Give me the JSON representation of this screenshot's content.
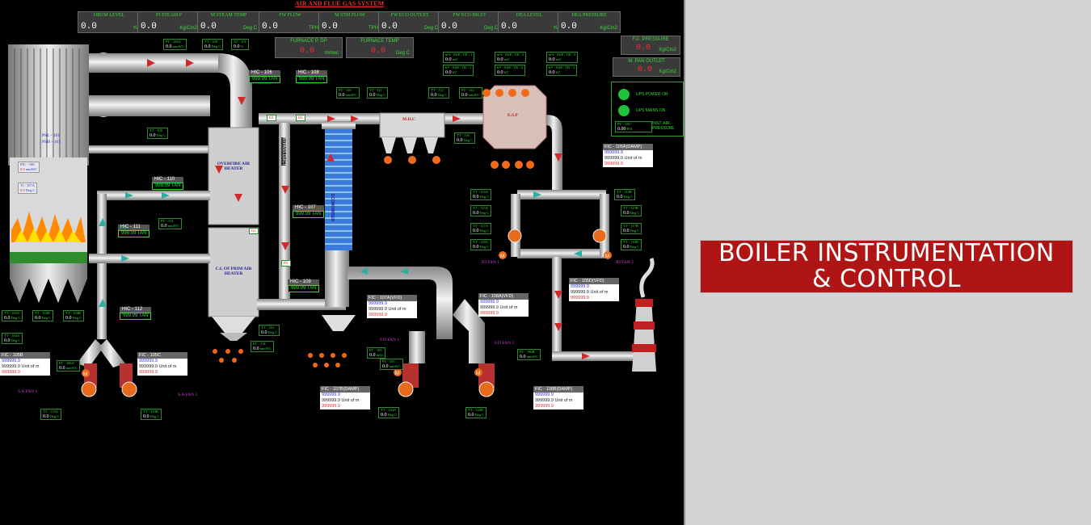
{
  "banner": {
    "line1": "BOILER INSTRUMENTATION",
    "line2": "& CONTROL"
  },
  "scada": {
    "title": "AIR AND FLUE GAS SYSTEM",
    "header_boxes": [
      {
        "label": "DRUM LEVEL",
        "value": "0.0",
        "unit": "%"
      },
      {
        "label": "PI STEAM P",
        "value": "0.0",
        "unit": "Kg/Cm2"
      },
      {
        "label": "M STEAM TEMP",
        "value": "0.0",
        "unit": "Deg C"
      },
      {
        "label": "FW FLOW",
        "value": "0.0",
        "unit": "TPH"
      },
      {
        "label": "M STM FLOW",
        "value": "0.0",
        "unit": "TPH"
      },
      {
        "label": "FW ECO OUTLET",
        "value": "0.0",
        "unit": "Deg C"
      },
      {
        "label": "FW ECO INLET",
        "value": "0.0",
        "unit": "Deg C"
      },
      {
        "label": "DEA LEVEL",
        "value": "0.0",
        "unit": "%"
      },
      {
        "label": "DEA PRESSURE",
        "value": "0.0",
        "unit": "Kg/Cm2"
      }
    ],
    "furnace_boxes": [
      {
        "label": "FURNACE P. DP",
        "value": "0.0",
        "unit": "mmwc"
      },
      {
        "label": "FURNACE TEMP",
        "value": "0.0",
        "unit": "Deg C"
      }
    ],
    "right_boxes": [
      {
        "label": "F.D. PRESSURE",
        "value": "0.0",
        "unit": "Kg/Cm2"
      },
      {
        "label": "M. PAN OUTLET",
        "value": "0.0",
        "unit": "Kg/Cm2"
      }
    ],
    "ups": {
      "power_label": "UPS POWER ON",
      "mains_label": "UPS MAINS ON",
      "pt_tag": "PT - 150",
      "pt_value": "0.00",
      "pt_unit": "PSI",
      "inst_air_label": "INST. AIR PRESSURE"
    },
    "hic_controls": [
      {
        "tag": "HIC - 106",
        "value": "999.99",
        "unit": "TAN"
      },
      {
        "tag": "HIC - 108",
        "value": "999.99",
        "unit": "TAN"
      },
      {
        "tag": "HIC - 110",
        "value": "999.99",
        "unit": "TAN"
      },
      {
        "tag": "HIC - 111",
        "value": "999.99",
        "unit": "TAN"
      },
      {
        "tag": "HIC - 107",
        "value": "999.99",
        "unit": "TAN"
      },
      {
        "tag": "HIC - 112",
        "value": "999.99",
        "unit": "TAN"
      },
      {
        "tag": "HIC - 109",
        "value": "999.99",
        "unit": "TAN"
      }
    ],
    "fic_controls": [
      {
        "tag": "FIC - 105A(DAMP)",
        "r1": "999999.9",
        "r2": "999999.9",
        "r2_unit": "Unit of m",
        "r3": "999999.9"
      },
      {
        "tag": "FIC - 105B",
        "r1": "999999.9",
        "r2": "999999.9",
        "r2_unit": "Unit of m",
        "r3": "999999.9"
      },
      {
        "tag": "FIC - 105C",
        "r1": "999999.9",
        "r2": "999999.9",
        "r2_unit": "Unit of m",
        "r3": "999999.9"
      },
      {
        "tag": "FIC - 107A(VFD)",
        "r1": "999999.9",
        "r2": "999999.9",
        "r2_unit": "Unit of m",
        "r3": "999999.9"
      },
      {
        "tag": "FIC - 108A(VFD)",
        "r1": "999999.9",
        "r2": "999999.9",
        "r2_unit": "Unit of m",
        "r3": "999999.9"
      },
      {
        "tag": "FIC - 107B(DAMP)",
        "r1": "999999.9",
        "r2": "999999.9",
        "r2_unit": "Unit of m",
        "r3": "999999.9"
      },
      {
        "tag": "FIC - 108B(DAMP)",
        "r1": "999999.9",
        "r2": "999999.9",
        "r2_unit": "Unit of m",
        "r3": "999999.9"
      },
      {
        "tag": "FIC - 105D(VFD)",
        "r1": "999999.9",
        "r2": "999999.9",
        "r2_unit": "Unit of m",
        "r3": "999999.9"
      }
    ],
    "equipment_labels": {
      "overfire": "OVERFIRE AIR HEATER",
      "prim_air": "C.I. OF PRIM AIR HEATER",
      "economiser": "ECONOMISER",
      "mdc": "M.D.C",
      "esp": "E.S.P",
      "psl": "PSL - 101",
      "psh": "PSH - 101",
      "pic": "PIC - 100",
      "ti_107a": "TI - 107A",
      "bypass": "BYPASS DUCT",
      "d1": "D1",
      "d2": "D2",
      "d3": "D3",
      "d4": "D4"
    },
    "fan_labels": {
      "sa1": "S.A FAN 1",
      "sa2": "S.A FAN 2",
      "fd1": "F.D FAN 1",
      "fd2": "F.D FAN 2",
      "id1": "ID FAN 1",
      "id2": "ID FAN 2"
    },
    "mini_indicators": [
      {
        "tag": "PT - 104A",
        "value": "0.0",
        "unit": "mmWC"
      },
      {
        "tag": "TT - 108",
        "value": "0.0",
        "unit": "Deg C"
      },
      {
        "tag": "AT - 101",
        "value": "0.0",
        "unit": "%"
      },
      {
        "tag": "PT - 110",
        "value": "0.0",
        "unit": "mmWC"
      },
      {
        "tag": "TT - 111",
        "value": "0.0",
        "unit": "Deg C"
      },
      {
        "tag": "TT - 112",
        "value": "0.0",
        "unit": "Deg C"
      },
      {
        "tag": "PT - 112",
        "value": "0.0",
        "unit": "mmWC"
      },
      {
        "tag": "mA - ESP - TR - 1",
        "value": "0.0",
        "unit": "mA"
      },
      {
        "tag": "mA - ESP - TR - 2",
        "value": "0.0",
        "unit": "mA"
      },
      {
        "tag": "mA - ESP - TR - 3",
        "value": "0.0",
        "unit": "mA"
      },
      {
        "tag": "kV - ESP - TR - 1",
        "value": "0.0",
        "unit": "kV"
      },
      {
        "tag": "kV - ESP - TR - 2",
        "value": "0.0",
        "unit": "kV"
      },
      {
        "tag": "kV - ESP - TR - 3",
        "value": "0.0",
        "unit": "kV"
      },
      {
        "tag": "TT - 109",
        "value": "0.0",
        "unit": "Deg C"
      },
      {
        "tag": "PT - 113",
        "value": "0.0",
        "unit": "mmWC"
      },
      {
        "tag": "TT - 116",
        "value": "0.0",
        "unit": "Deg C"
      },
      {
        "tag": "TT - 114A",
        "value": "0.0",
        "unit": "Deg C"
      },
      {
        "tag": "TT - 114B",
        "value": "0.0",
        "unit": "Deg C"
      },
      {
        "tag": "TT - 115A",
        "value": "0.0",
        "unit": "Deg C"
      },
      {
        "tag": "TT - 115B",
        "value": "0.0",
        "unit": "Deg C"
      },
      {
        "tag": "TT - 117A",
        "value": "0.0",
        "unit": "Deg C"
      },
      {
        "tag": "TT - 117B",
        "value": "0.0",
        "unit": "Deg C"
      },
      {
        "tag": "TT - 118A",
        "value": "0.0",
        "unit": "Deg C"
      },
      {
        "tag": "TT - 118B",
        "value": "0.0",
        "unit": "Deg C"
      },
      {
        "tag": "TT - 103A",
        "value": "0.0",
        "unit": "Deg C"
      },
      {
        "tag": "TT - 103B",
        "value": "0.0",
        "unit": "Deg C"
      },
      {
        "tag": "TT - 104A",
        "value": "0.0",
        "unit": "Deg C"
      },
      {
        "tag": "TT - 104B",
        "value": "0.0",
        "unit": "Deg C"
      },
      {
        "tag": "PT - 105",
        "value": "0.0",
        "unit": "mmWC"
      },
      {
        "tag": "FT - 105",
        "value": "0.0",
        "unit": "m3/s"
      },
      {
        "tag": "TT - 110",
        "value": "0.0",
        "unit": "Deg C"
      },
      {
        "tag": "PT - 114",
        "value": "0.0",
        "unit": "mmWC"
      },
      {
        "tag": "TT - 119A",
        "value": "0.0",
        "unit": "Deg C"
      },
      {
        "tag": "TT - 119B",
        "value": "0.0",
        "unit": "Deg C"
      },
      {
        "tag": "PT - 106A",
        "value": "0.0",
        "unit": "mmWC"
      },
      {
        "tag": "PT - 106B",
        "value": "0.0",
        "unit": "mmWC"
      },
      {
        "tag": "TT - 120A",
        "value": "0.0",
        "unit": "Deg C"
      },
      {
        "tag": "TT - 120B",
        "value": "0.0",
        "unit": "Deg C"
      }
    ]
  }
}
